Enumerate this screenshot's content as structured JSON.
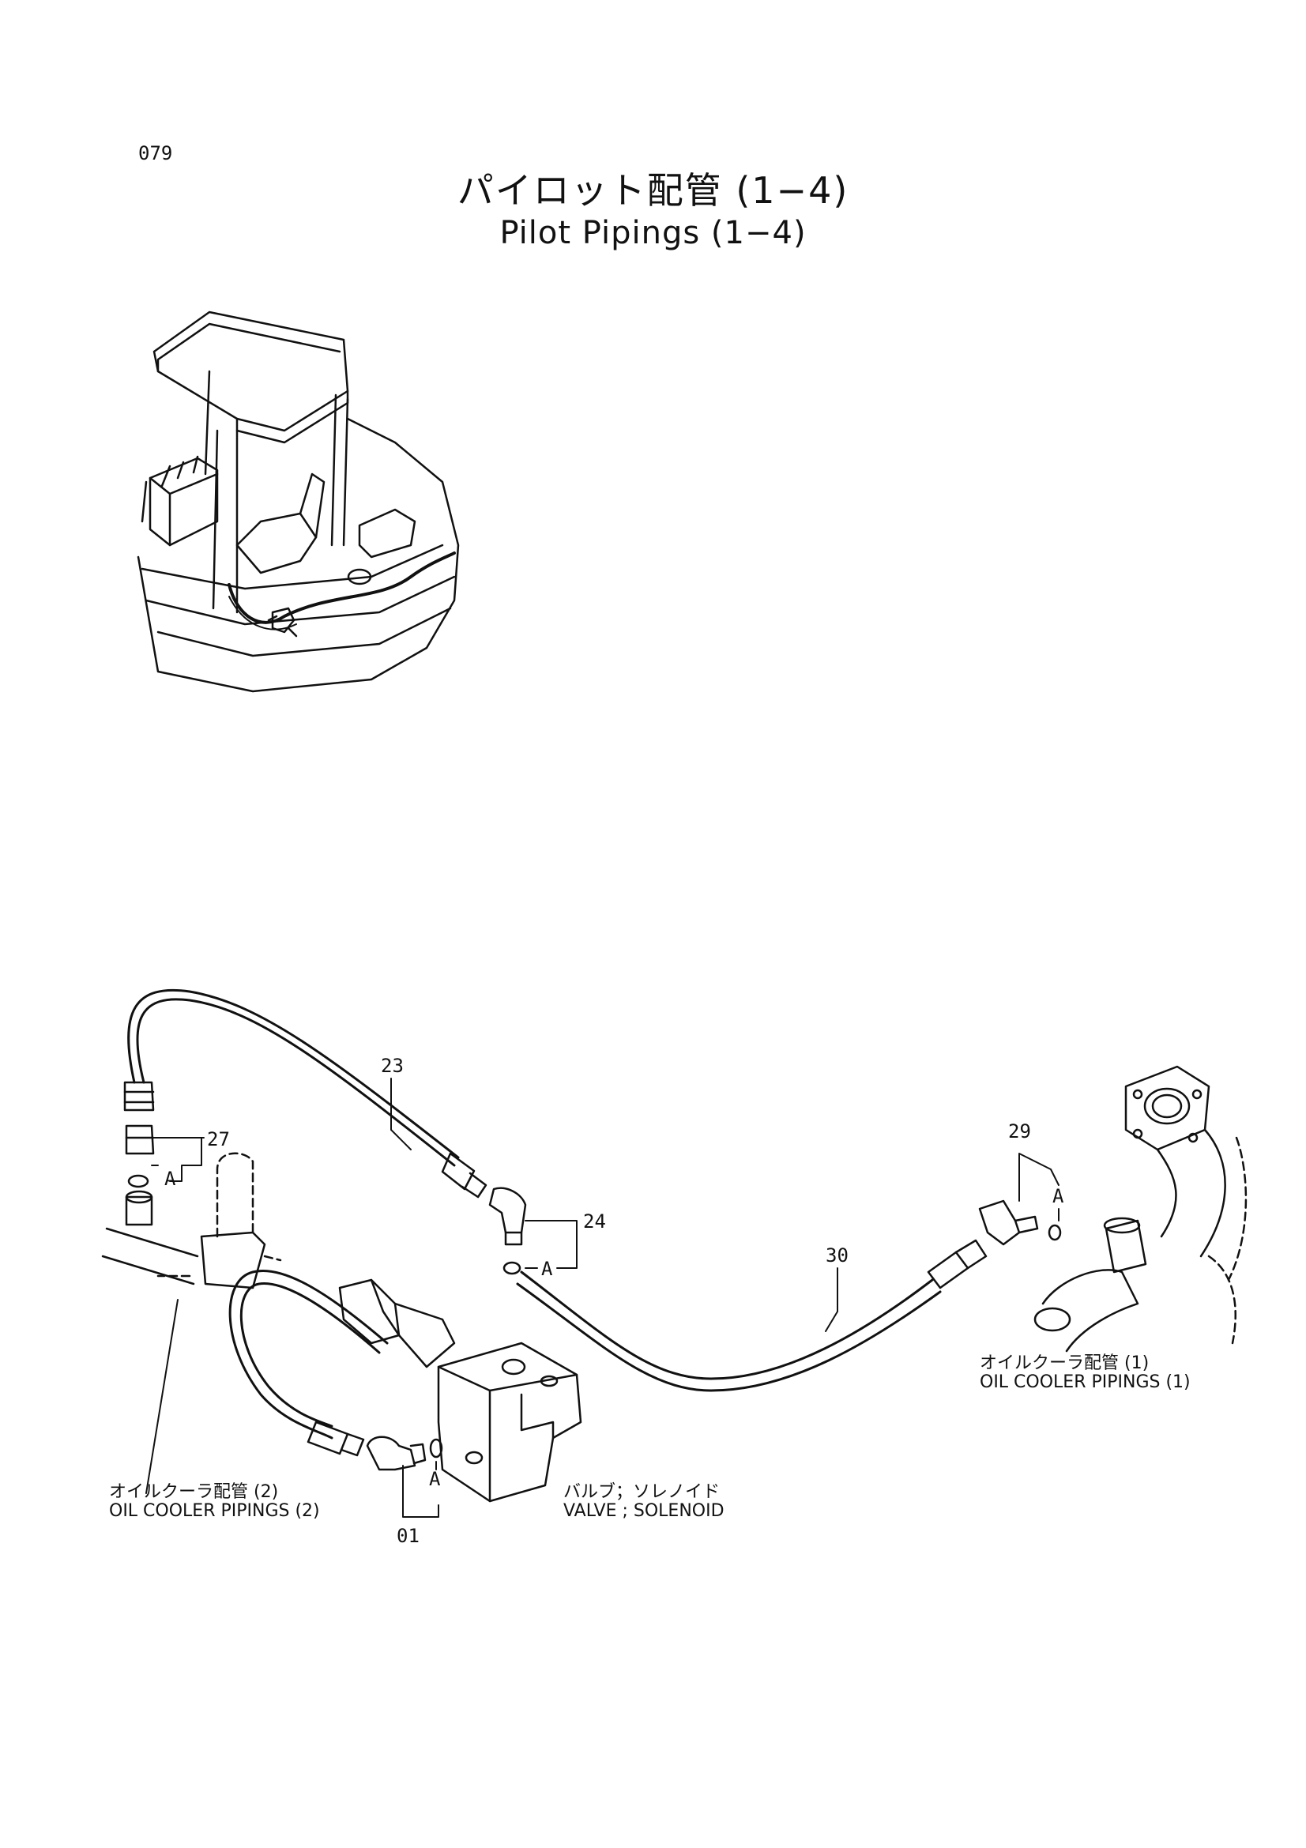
{
  "page_number": "079",
  "title_jp": "パイロット配管 (1−4)",
  "title_en": "Pilot Pipings (1−4)",
  "callouts": {
    "p23": "23",
    "p27": "27",
    "p24": "24",
    "p30": "30",
    "p29": "29",
    "p01": "01",
    "a_left": "A",
    "a_mid": "A",
    "a_right": "A",
    "a_bottom": "A"
  },
  "labels": {
    "oil_cooler_1_jp": "オイルクーラ配管 (1)",
    "oil_cooler_1_en": "OIL COOLER PIPINGS (1)",
    "oil_cooler_2_jp": "オイルクーラ配管 (2)",
    "oil_cooler_2_en": "OIL COOLER PIPINGS (2)",
    "valve_jp": "バルブ；ソレノイド",
    "valve_en": "VALVE ; SOLENOID"
  }
}
